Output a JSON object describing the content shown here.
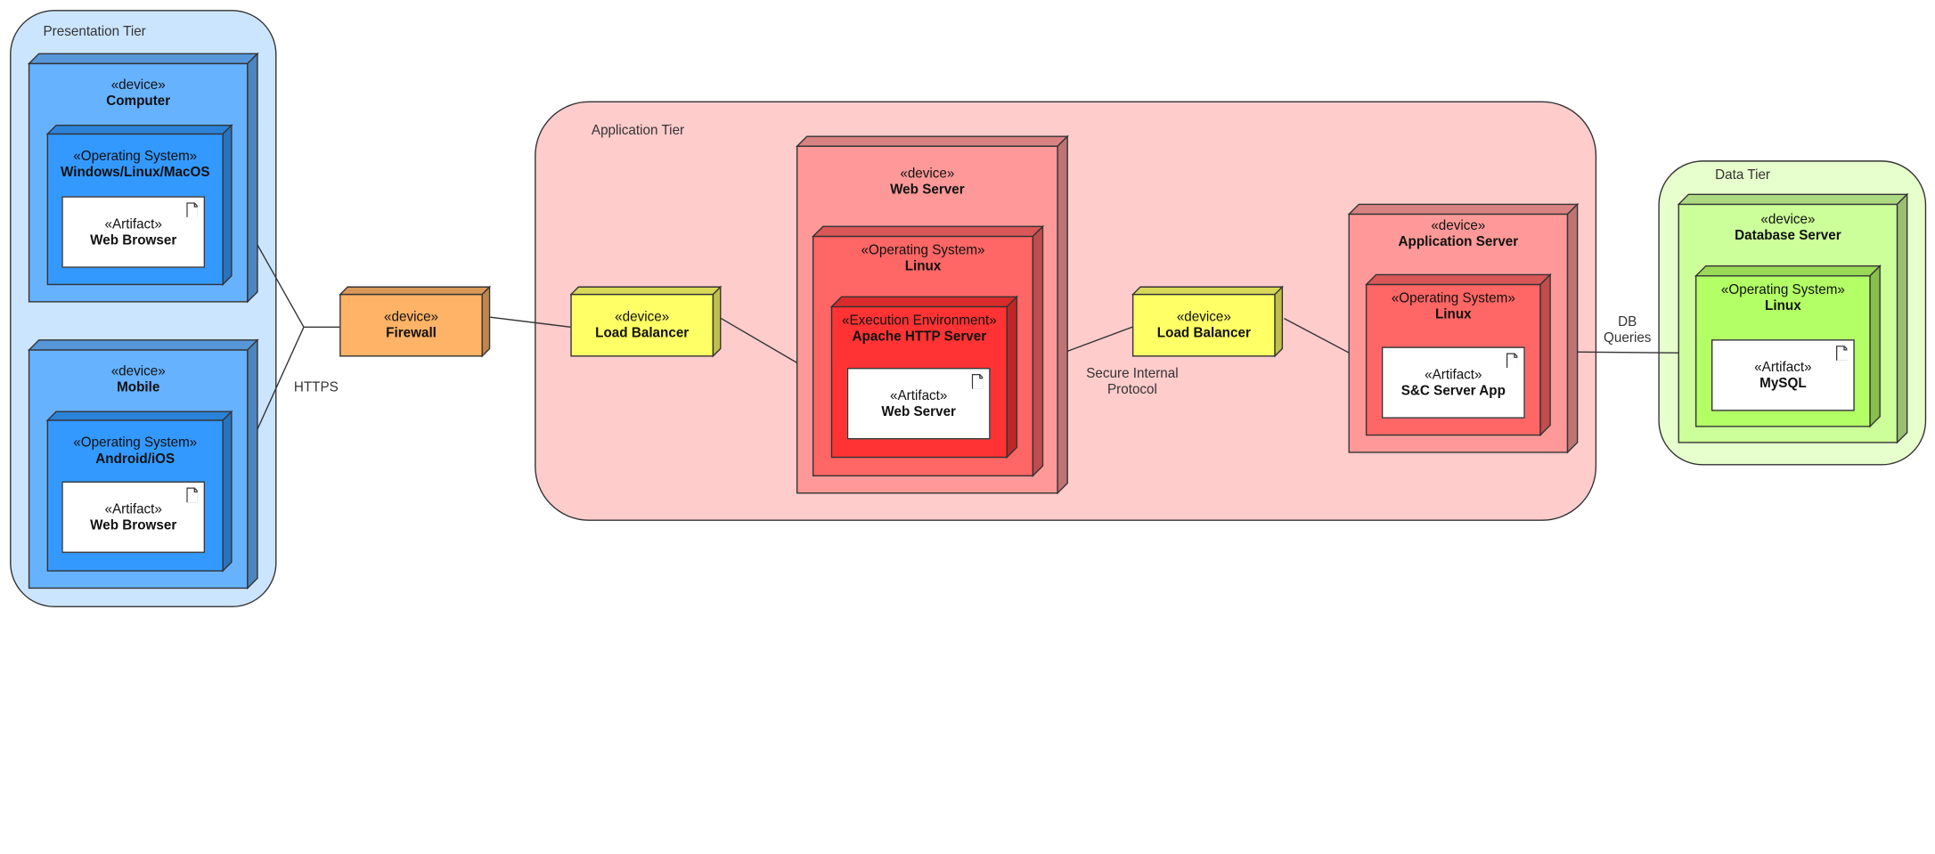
{
  "colors": {
    "presentation_bg": "#cce5ff",
    "presentation_node": "#66b2ff",
    "presentation_os": "#3399ff",
    "app_bg": "#ffcccc",
    "app_node": "#ff9999",
    "app_os": "#ff6666",
    "app_env": "#ff3333",
    "data_bg": "#e6ffcc",
    "data_node": "#ccff99",
    "data_os": "#b3ff66",
    "firewall": "#ffb366",
    "load_balancer": "#ffff66"
  },
  "tiers": {
    "presentation": "Presentation Tier",
    "application": "Application Tier",
    "data": "Data Tier"
  },
  "presentation": {
    "computer": {
      "stereotype": "«device»",
      "name": "Computer",
      "os_stereotype": "«Operating System»",
      "os_name": "Windows/Linux/MacOS",
      "artifact_stereotype": "«Artifact»",
      "artifact_name": "Web Browser"
    },
    "mobile": {
      "stereotype": "«device»",
      "name": "Mobile",
      "os_stereotype": "«Operating System»",
      "os_name": "Android/iOS",
      "artifact_stereotype": "«Artifact»",
      "artifact_name": "Web Browser"
    }
  },
  "firewall": {
    "stereotype": "«device»",
    "name": "Firewall"
  },
  "load_balancer_1": {
    "stereotype": "«device»",
    "name": "Load Balancer"
  },
  "load_balancer_2": {
    "stereotype": "«device»",
    "name": "Load Balancer"
  },
  "web_server": {
    "stereotype": "«device»",
    "name": "Web Server",
    "os_stereotype": "«Operating System»",
    "os_name": "Linux",
    "env_stereotype": "«Execution Environment»",
    "env_name": "Apache HTTP Server",
    "artifact_stereotype": "«Artifact»",
    "artifact_name": "Web Server"
  },
  "app_server": {
    "stereotype": "«device»",
    "name": "Application Server",
    "os_stereotype": "«Operating System»",
    "os_name": "Linux",
    "artifact_stereotype": "«Artifact»",
    "artifact_name": "S&C Server App"
  },
  "db_server": {
    "stereotype": "«device»",
    "name": "Database Server",
    "os_stereotype": "«Operating System»",
    "os_name": "Linux",
    "artifact_stereotype": "«Artifact»",
    "artifact_name": "MySQL"
  },
  "connections": {
    "https": "HTTPS",
    "secure_line1": "Secure Internal",
    "secure_line2": "Protocol",
    "db_line1": "DB",
    "db_line2": "Queries"
  }
}
